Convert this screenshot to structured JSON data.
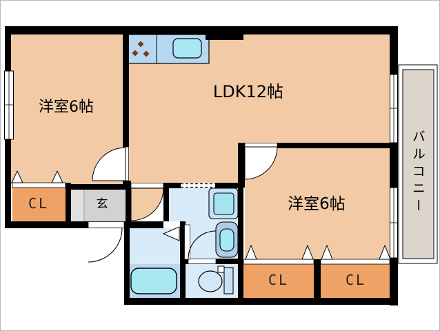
{
  "floorplan": {
    "rooms": {
      "bedroom_left": "洋室6帖",
      "ldk": "LDK12帖",
      "bedroom_right": "洋室6帖",
      "balcony": "バルコニー",
      "entrance": "玄",
      "closet_left": "CL",
      "closet_right_1": "CL",
      "closet_right_2": "CL"
    },
    "colors": {
      "floor": "#F2CBA6",
      "closet": "#EFA266",
      "wet_floor": "#D9EAF9",
      "bath_lower": "#BED6EF",
      "water_fixture": "#A8E8F2",
      "kitchen_counter": "#B7D8F2",
      "washer_pan": "#C6E2F8",
      "washer_drum": "#A3E4F0",
      "vanity_body": "#AECBEA",
      "toilet_tank": "#C9E2F7",
      "toilet_bowl": "#D2E7F8",
      "balcony": "#DCD5CC",
      "genkan": "#D2D2D2",
      "genkan_step": "#E0E0E0",
      "stove_dot": "#7B3913",
      "wall": "#000000"
    }
  }
}
